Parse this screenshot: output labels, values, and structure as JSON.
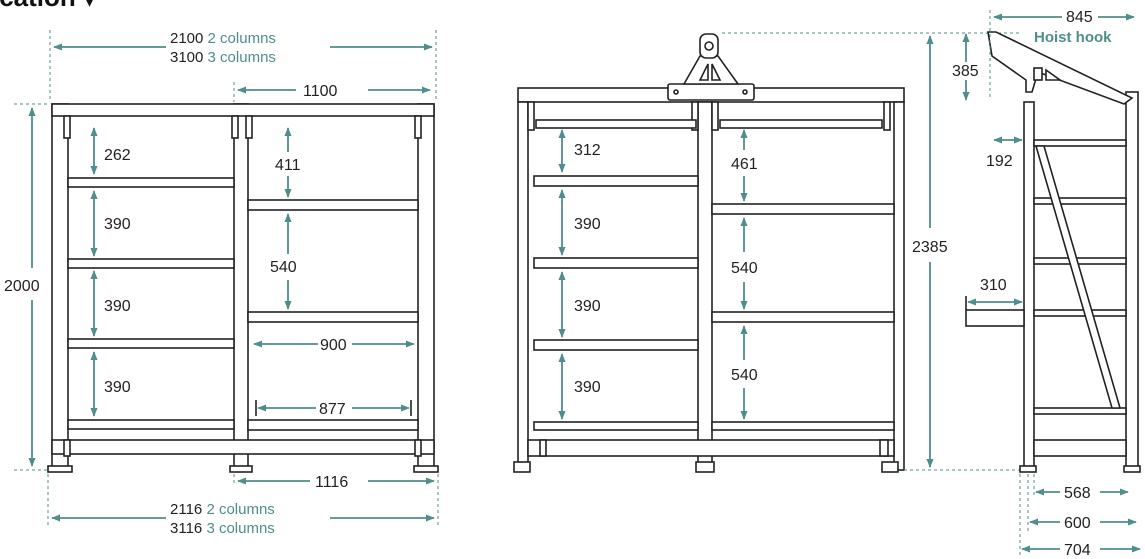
{
  "colors": {
    "accent": "#4f8e8c",
    "line": "#222222",
    "background": "#ffffff"
  },
  "title": "ication ▾",
  "front": {
    "overall_top": {
      "value": "2100",
      "line1_note": "2 columns",
      "value2": "3100",
      "line2_note": "3 columns"
    },
    "column_inner_top": "1100",
    "height": "2000",
    "left_spacings": [
      "262",
      "390",
      "390",
      "390"
    ],
    "right_spacings": [
      "411",
      "540"
    ],
    "inner_width": "900",
    "inner_width2": "877",
    "column_outer_bottom": "1116",
    "overall_bottom": {
      "value": "2116",
      "line1_note": "2 columns",
      "value2": "3116",
      "line2_note": "3 columns"
    }
  },
  "hoist_view": {
    "left_spacings": [
      "312",
      "390",
      "390",
      "390"
    ],
    "right_spacings": [
      "461",
      "540",
      "540"
    ],
    "total_height": "2385"
  },
  "side": {
    "hook_reach": "845",
    "hook_label": "Hoist hook",
    "hook_height": "385",
    "hook_offset": "192",
    "shelf_extension": "310",
    "depths": [
      "568",
      "600",
      "704"
    ]
  }
}
